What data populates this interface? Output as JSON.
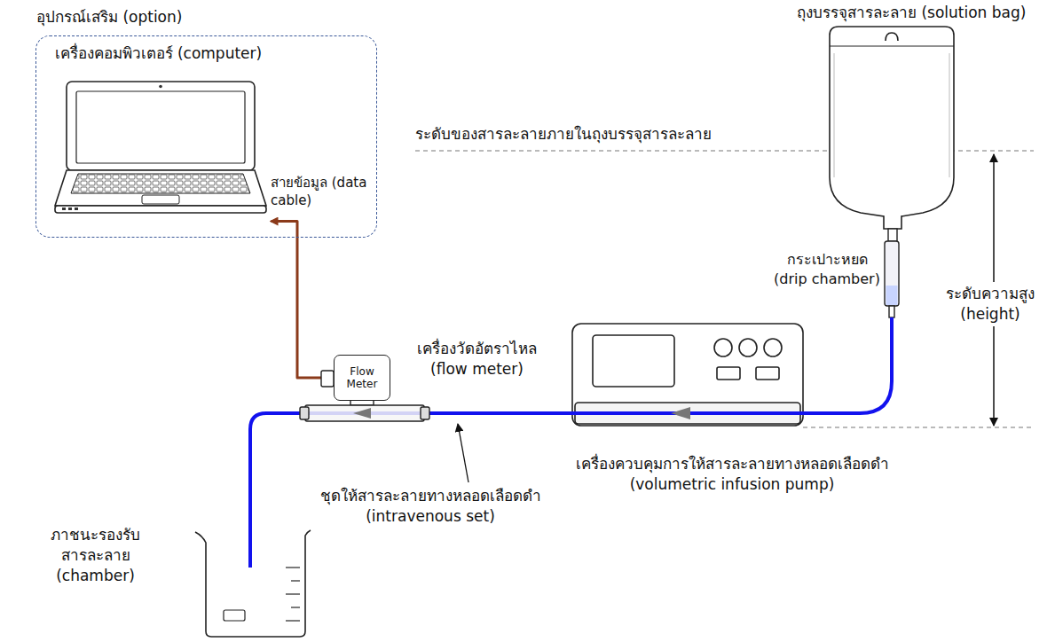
{
  "diagram": {
    "nodes": [
      {
        "text": [
          "อุปกรณ์เสริม (option)"
        ]
      },
      {
        "text": [
          "เครื่องคอมพิวเตอร์ (computer)"
        ],
        "in": 0
      },
      {
        "text": [
          "Flow Meter"
        ]
      }
    ],
    "edges": [
      {
        "from": 2,
        "to": 1,
        "arrow": "to"
      }
    ],
    "labels": [
      "ถุงบรรจุสารละลาย (solution bag)",
      "ระดับของสารละลายภายในถุงบรรจุสารละลาย",
      "กระเปาะหยด (drip chamber)",
      "ระดับความสูง (height)",
      "เครื่องวัดอัตราไหล (flow meter)",
      "สายข้อมูล (data cable)",
      "เครื่องควบคุมการให้สารละลายทางหลอดเลือดดำ (volumetric infusion pump)",
      "ชุดให้สารละลายทางหลอดเลือดดำ (intravenous set)",
      "ภาชนะรองรับ สารละลาย (chamber)"
    ]
  }
}
